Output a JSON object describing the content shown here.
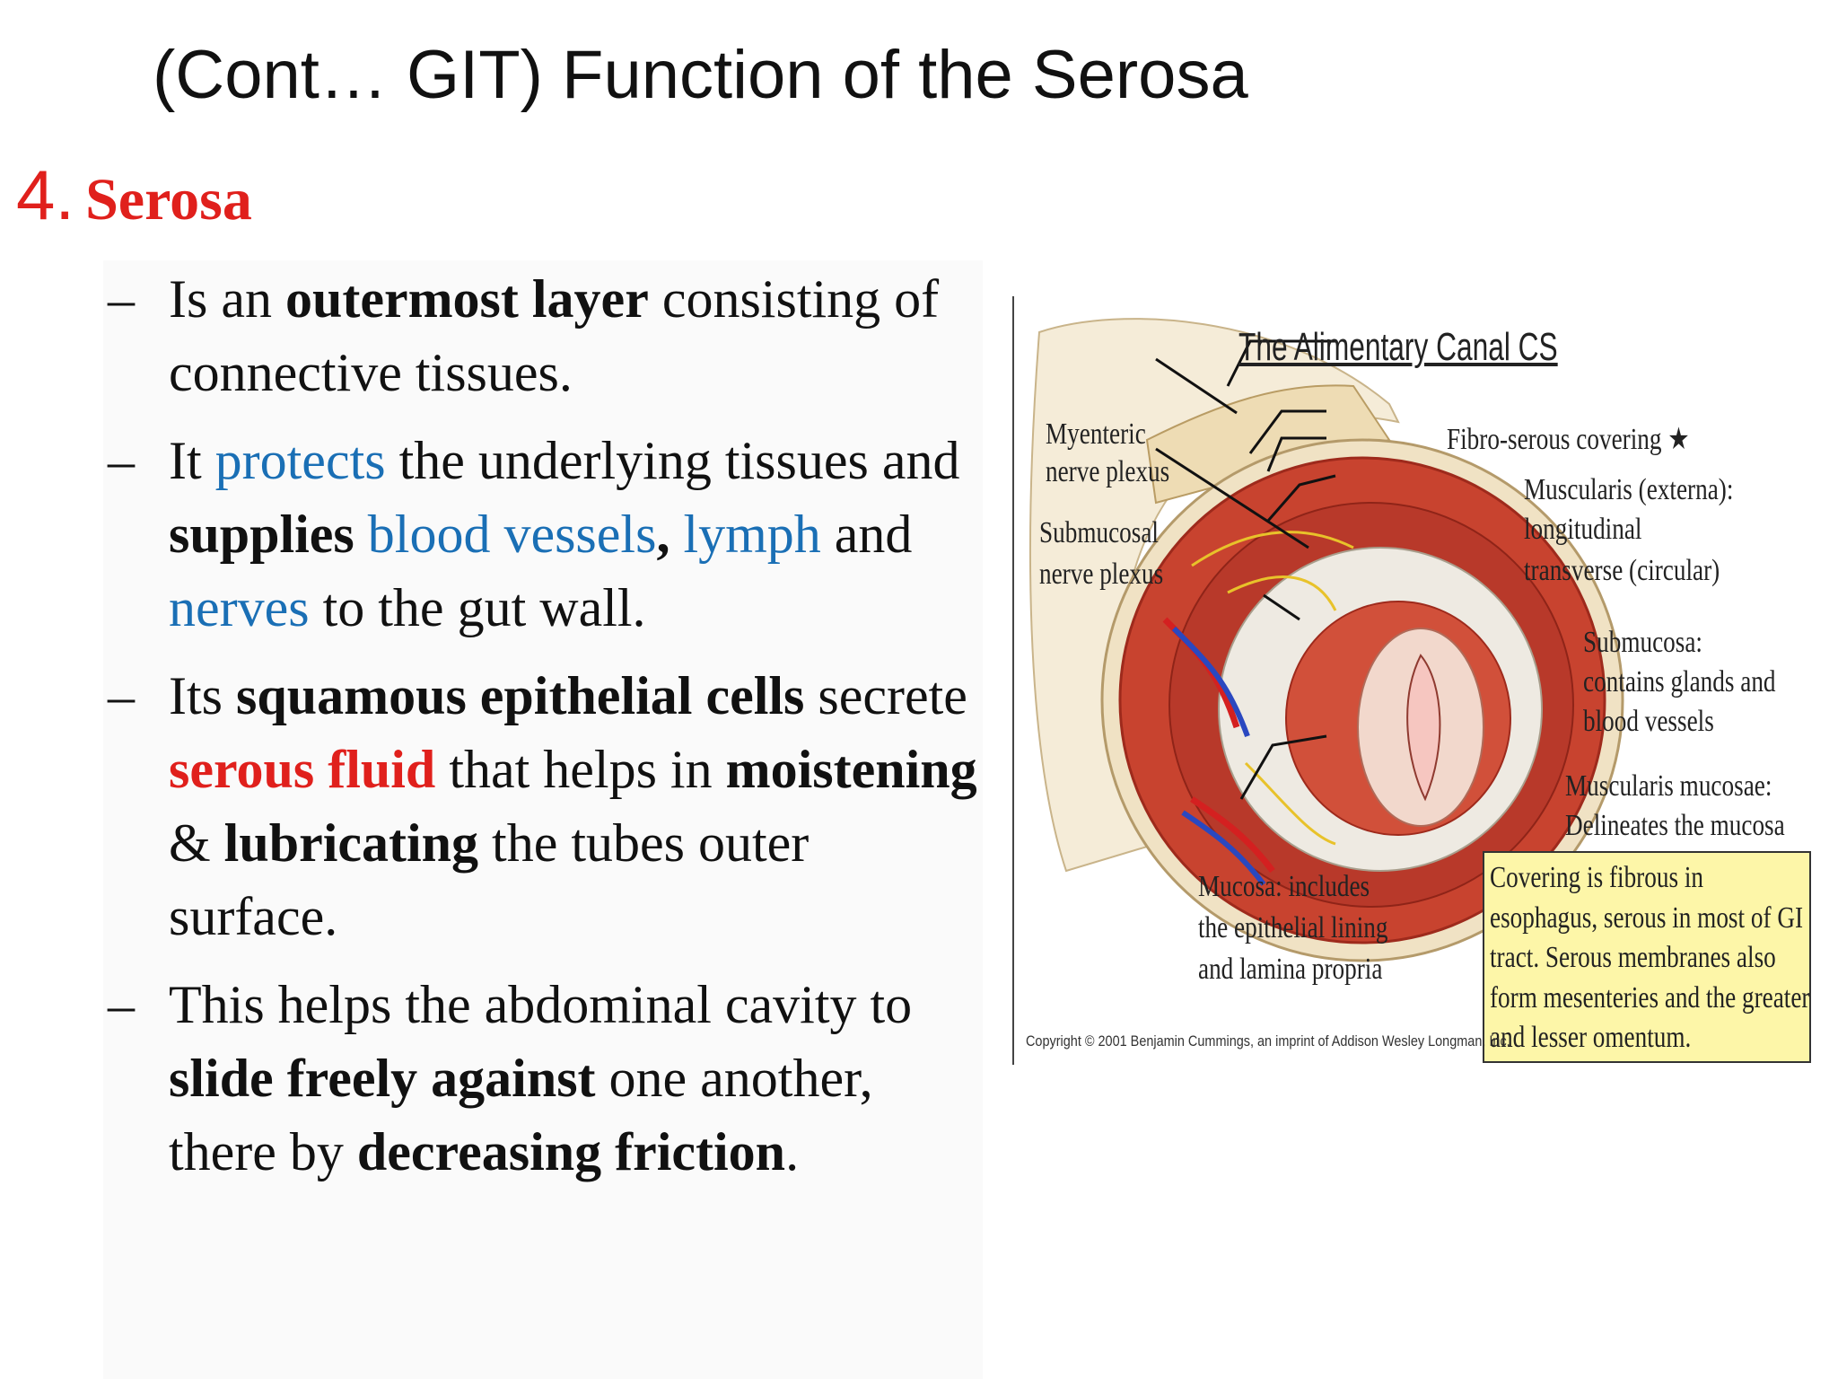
{
  "slide": {
    "title": "(Cont… GIT) Function of the Serosa",
    "heading_number": "4.",
    "heading_word": "Serosa",
    "bullet_dash": "–",
    "bullets": [
      {
        "t1": "Is an ",
        "t2": "outermost layer",
        "t3": " consisting of connective tissues."
      },
      {
        "t1": "It ",
        "t2": "protects",
        "t3": " the underlying tissues and ",
        "t4": "supplies",
        "t5": " ",
        "t6": "blood vessels",
        "t7": ",",
        "t8": " ",
        "t9": "lymph",
        "t10": " and ",
        "t11": "nerves",
        "t12": " to the gut wall."
      },
      {
        "t1": " Its ",
        "t2": "squamous epithelial cells",
        "t3": " secrete ",
        "t4": "serous fluid",
        "t5": " that helps in ",
        "t6": "moistening",
        "t7": "  & ",
        "t8": "lubricating",
        "t9": " the tubes outer surface."
      },
      {
        "t1": "This helps the abdominal cavity to ",
        "t2": "slide freely against",
        "t3": " one another, there by ",
        "t4": "decreasing friction",
        "t5": "."
      }
    ]
  },
  "figure": {
    "title": "The Alimentary Canal CS",
    "labels": {
      "myenteric_1": "Myenteric",
      "myenteric_2": "nerve plexus",
      "submucosal_1": "Submucosal",
      "submucosal_2": "nerve plexus",
      "fibro": "Fibro-serous covering ★",
      "muscularis_1": "Muscularis (externa):",
      "muscularis_2": "longitudinal",
      "muscularis_3": "transverse (circular)",
      "submucosa_1": "Submucosa:",
      "submucosa_2": "contains glands and",
      "submucosa_3": "blood vessels",
      "mm_1": "Muscularis mucosae:",
      "mm_2": "Delineates the mucosa",
      "mucosa_1": "Mucosa: includes",
      "mucosa_2": "the epithelial lining",
      "mucosa_3": "and lamina propria"
    },
    "callout_lines": [
      "Covering is fibrous in",
      "esophagus, serous in most of GI",
      "tract. Serous membranes also",
      "form mesenteries and the greater",
      "and lesser omentum."
    ],
    "copyright": "Copyright © 2001 Benjamin Cummings, an imprint of Addison Wesley Longman, Inc.",
    "colors": {
      "muscle": "#c8432f",
      "muscle_dark": "#9e2a1c",
      "submucosa": "#eeeae2",
      "serosa": "#f0e2c4",
      "callout_bg": "#fdf6a8",
      "artery": "#d42020",
      "vein": "#2a48c0",
      "nerve": "#e8c22a"
    }
  }
}
